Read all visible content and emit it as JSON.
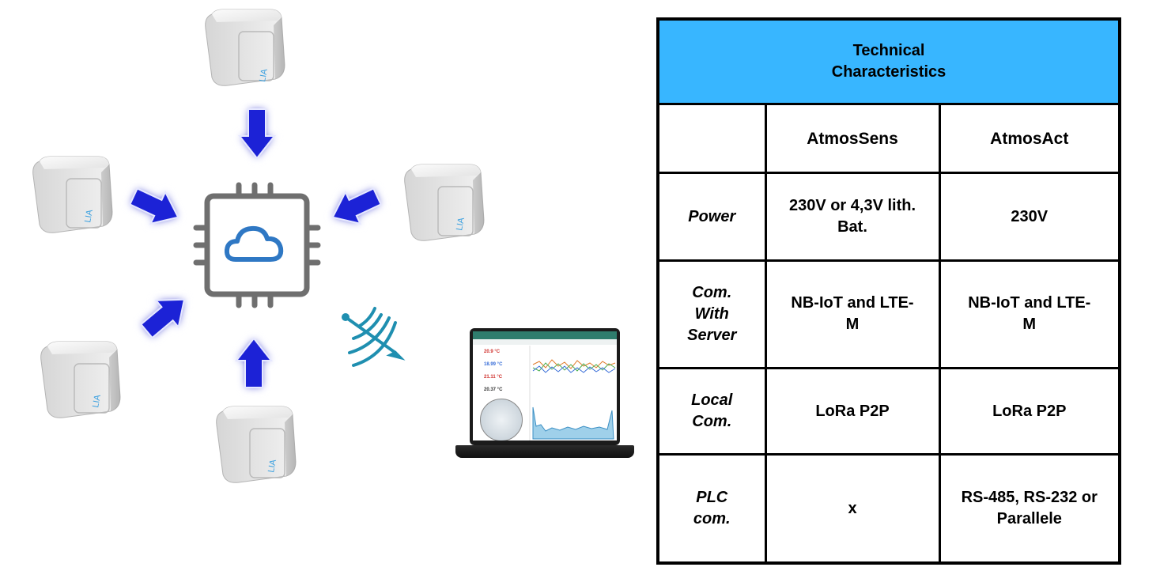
{
  "table": {
    "title": "Technical\nCharacteristics",
    "columns": [
      "",
      "AtmosSens",
      "AtmosAct"
    ],
    "rows": [
      {
        "label": "Power",
        "atmossens": "230V or 4,3V lith.\nBat.",
        "atmosact": "230V"
      },
      {
        "label": "Com.\nWith\nServer",
        "atmossens": "NB-IoT and LTE-\nM",
        "atmosact": "NB-IoT and LTE-\nM"
      },
      {
        "label": "Local\nCom.",
        "atmossens": "LoRa P2P",
        "atmosact": "LoRa P2P"
      },
      {
        "label": "PLC\ncom.",
        "atmossens": "x",
        "atmosact": "RS-485, RS-232 or\nParallele"
      }
    ]
  },
  "diagram": {
    "device_label": "LIA",
    "readings": [
      "20.9 °C",
      "18.99 °C",
      "21.11 °C",
      "20.37 °C"
    ],
    "colors": {
      "arrow": "#1a22d6",
      "arrow_glow": "#3d46ff",
      "hub": "#6f6f6f",
      "cloud": "#2f78c4",
      "wifi": "#1f8fb0",
      "header_bg": "#38b6ff",
      "reading_warm": "#d0312d",
      "reading_cool": "#3a6fd8"
    }
  }
}
